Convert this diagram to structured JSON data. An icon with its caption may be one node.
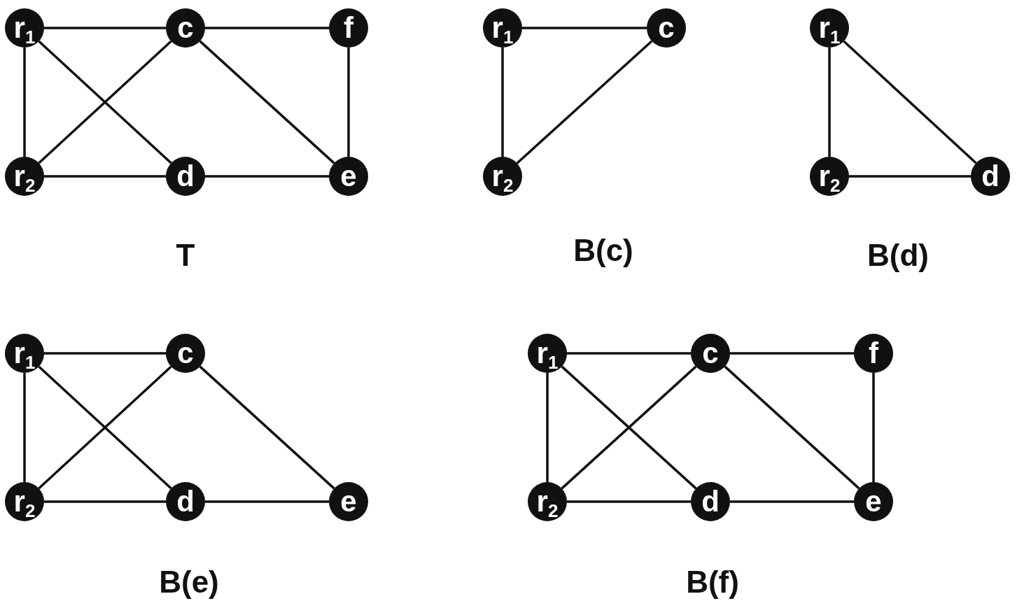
{
  "diagram": {
    "nodes": [
      {
        "text": [
          "r$_{1}$"
        ]
      },
      {
        "text": [
          "c"
        ]
      },
      {
        "text": [
          "f"
        ]
      },
      {
        "text": [
          "r$_{2}$"
        ]
      },
      {
        "text": [
          "d"
        ]
      },
      {
        "text": [
          "e"
        ]
      },
      {
        "text": [
          "r$_{1}$"
        ]
      },
      {
        "text": [
          "c"
        ]
      },
      {
        "text": [
          "r$_{2}$"
        ]
      },
      {
        "text": [
          "r$_{1}$"
        ]
      },
      {
        "text": [
          "r$_{2}$"
        ]
      },
      {
        "text": [
          "d"
        ]
      },
      {
        "text": [
          "r$_{1}$"
        ]
      },
      {
        "text": [
          "c"
        ]
      },
      {
        "text": [
          "r$_{2}$"
        ]
      },
      {
        "text": [
          "d"
        ]
      },
      {
        "text": [
          "e"
        ]
      },
      {
        "text": [
          "r$_{1}$"
        ]
      },
      {
        "text": [
          "c"
        ]
      },
      {
        "text": [
          "f"
        ]
      },
      {
        "text": [
          "r$_{2}$"
        ]
      },
      {
        "text": [
          "d"
        ]
      },
      {
        "text": [
          "e"
        ]
      }
    ],
    "edges": [
      {
        "from": 0,
        "to": 1,
        "arrow": "none"
      },
      {
        "from": 1,
        "to": 2,
        "arrow": "none"
      },
      {
        "from": 0,
        "to": 3,
        "arrow": "none"
      },
      {
        "from": 0,
        "to": 4,
        "arrow": "none"
      },
      {
        "from": 1,
        "to": 3,
        "arrow": "none"
      },
      {
        "from": 1,
        "to": 5,
        "arrow": "none"
      },
      {
        "from": 2,
        "to": 5,
        "arrow": "none"
      },
      {
        "from": 3,
        "to": 4,
        "arrow": "none"
      },
      {
        "from": 4,
        "to": 5,
        "arrow": "none"
      },
      {
        "from": 6,
        "to": 7,
        "arrow": "none"
      },
      {
        "from": 6,
        "to": 8,
        "arrow": "none"
      },
      {
        "from": 8,
        "to": 7,
        "arrow": "none"
      },
      {
        "from": 9,
        "to": 10,
        "arrow": "none"
      },
      {
        "from": 9,
        "to": 11,
        "arrow": "none"
      },
      {
        "from": 10,
        "to": 11,
        "arrow": "none"
      },
      {
        "from": 12,
        "to": 13,
        "arrow": "none"
      },
      {
        "from": 12,
        "to": 14,
        "arrow": "none"
      },
      {
        "from": 12,
        "to": 15,
        "arrow": "none"
      },
      {
        "from": 13,
        "to": 14,
        "arrow": "none"
      },
      {
        "from": 13,
        "to": 16,
        "arrow": "none"
      },
      {
        "from": 14,
        "to": 15,
        "arrow": "none"
      },
      {
        "from": 15,
        "to": 16,
        "arrow": "none"
      },
      {
        "from": 17,
        "to": 18,
        "arrow": "none"
      },
      {
        "from": 18,
        "to": 19,
        "arrow": "none"
      },
      {
        "from": 17,
        "to": 20,
        "arrow": "none"
      },
      {
        "from": 17,
        "to": 21,
        "arrow": "none"
      },
      {
        "from": 18,
        "to": 20,
        "arrow": "none"
      },
      {
        "from": 18,
        "to": 22,
        "arrow": "none"
      },
      {
        "from": 19,
        "to": 22,
        "arrow": "none"
      },
      {
        "from": 20,
        "to": 21,
        "arrow": "none"
      },
      {
        "from": 21,
        "to": 22,
        "arrow": "none"
      }
    ],
    "labels": [
      "T",
      "B(c)",
      "B(d)",
      "B(e)",
      "B(f)"
    ]
  }
}
